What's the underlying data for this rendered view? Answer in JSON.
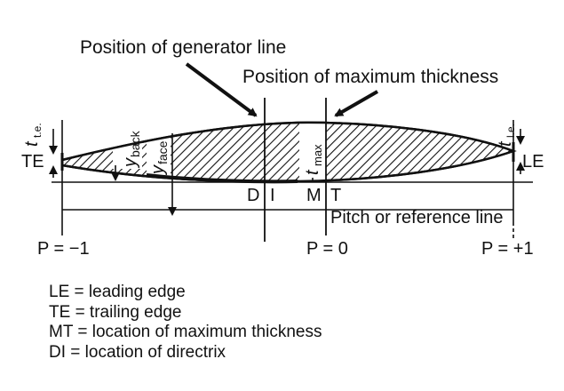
{
  "callouts": {
    "generator": "Position of generator line",
    "max_thickness": "Position of maximum thickness",
    "pitch_line": "Pitch or reference line"
  },
  "edge_labels": {
    "te": "TE",
    "le": "LE"
  },
  "point_labels": {
    "d": "D",
    "i": "I",
    "m": "M",
    "t": "T"
  },
  "thickness_labels": {
    "t_te_main": "t",
    "t_te_sub": "t.e.",
    "t_le_main": "t",
    "t_le_sub": "l.e.",
    "t_max_main": "t",
    "t_max_sub": "max",
    "y_back_main": "y",
    "y_back_sub": "back",
    "y_face_main": "y",
    "y_face_sub": "face"
  },
  "p_labels": {
    "minus1": "P = −1",
    "zero": "P = 0",
    "plus1": "P = +1"
  },
  "legend": [
    {
      "abbr": "LE",
      "text": "= leading edge"
    },
    {
      "abbr": "TE",
      "text": "= trailing edge"
    },
    {
      "abbr": "MT",
      "text": "= location of maximum thickness"
    },
    {
      "abbr": "DI",
      "text": "= location of directrix"
    }
  ]
}
